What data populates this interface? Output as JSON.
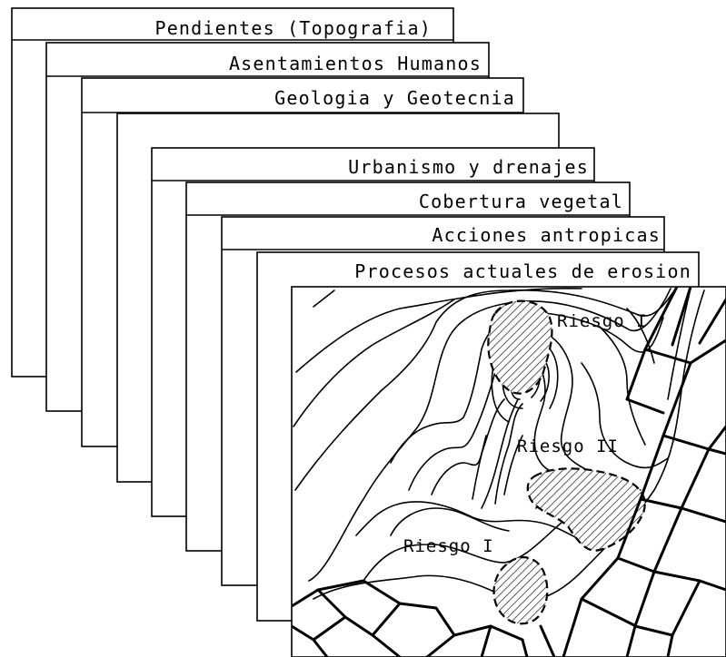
{
  "layers": [
    {
      "label": "Pendientes (Topografia)"
    },
    {
      "label": "Asentamientos Humanos"
    },
    {
      "label": "Geologia y Geotecnia"
    },
    {
      "label": ""
    },
    {
      "label": "Urbanismo y drenajes"
    },
    {
      "label": "Cobertura vegetal"
    },
    {
      "label": "Acciones antropicas"
    },
    {
      "label": "Procesos actuales de erosion"
    }
  ],
  "map": {
    "risk_labels": {
      "top": "Riesgo I",
      "middle": "Riesgo II",
      "bottom": "Riesgo I"
    },
    "line_color": "#000000",
    "background_color": "#ffffff"
  }
}
